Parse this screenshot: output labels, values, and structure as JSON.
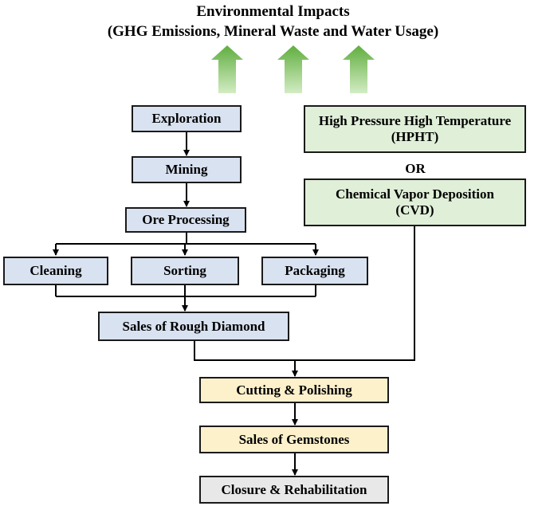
{
  "header": {
    "title_line1": "Environmental Impacts",
    "title_line2": "(GHG Emissions, Mineral Waste and Water Usage)"
  },
  "mined_path": {
    "exploration": "Exploration",
    "mining": "Mining",
    "ore_processing": "Ore Processing",
    "cleaning": "Cleaning",
    "sorting": "Sorting",
    "packaging": "Packaging",
    "sales_rough": "Sales of Rough Diamond"
  },
  "lab_grown_path": {
    "hpht_line1": "High Pressure High Temperature",
    "hpht_line2": "(HPHT)",
    "or_label": "OR",
    "cvd_line1": "Chemical Vapor Deposition",
    "cvd_line2": "(CVD)"
  },
  "shared_path": {
    "cutting": "Cutting & Polishing",
    "sales_gemstones": "Sales of Gemstones",
    "closure": "Closure & Rehabilitation"
  },
  "colors": {
    "mined_box": "#d9e2f0",
    "lab_box": "#e0efd8",
    "downstream_box": "#fdf1cc",
    "closure_box": "#e8e8e8",
    "impact_arrow": "#6fb24a"
  },
  "icons": [
    "up-arrow-icon",
    "up-arrow-icon",
    "up-arrow-icon"
  ]
}
